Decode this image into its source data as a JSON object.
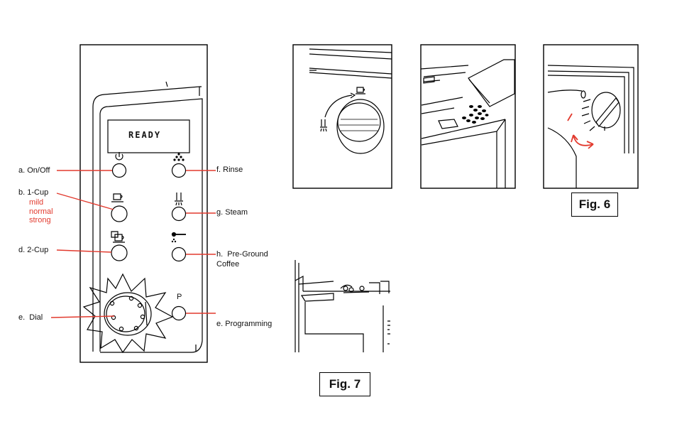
{
  "panel": {
    "display_text": "READY",
    "program_key": "P"
  },
  "labels": {
    "on_off": "a. On/Off",
    "one_cup": "b. 1-Cup",
    "one_cup_strengths": [
      "mild",
      "normal",
      "strong"
    ],
    "two_cup": "d. 2-Cup",
    "dial": "e.  Dial",
    "rinse": "f. Rinse",
    "steam": "g. Steam",
    "preground_line1": "h.  Pre-Ground",
    "preground_line2": "Coffee",
    "programming": "e. Programming"
  },
  "figures": {
    "fig6": "Fig. 6",
    "fig7": "Fig. 7"
  },
  "colors": {
    "leader": "#e23a2e",
    "strength_text": "#e23a2e",
    "ink": "#000000"
  }
}
